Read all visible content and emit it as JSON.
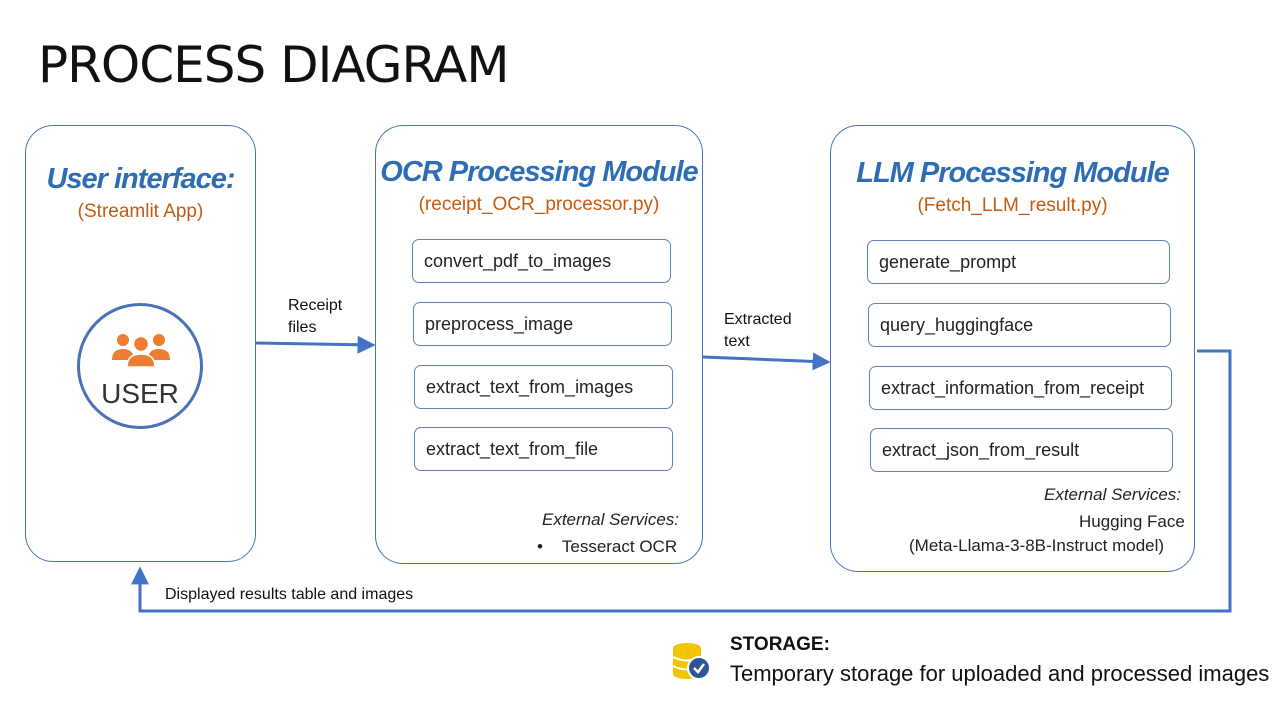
{
  "title": "PROCESS DIAGRAM",
  "user_panel": {
    "title": "User interface:",
    "subtitle": "(Streamlit App)",
    "user_label": "USER",
    "icon": "users-icon"
  },
  "ocr_panel": {
    "title": "OCR Processing Module",
    "subtitle": "(receipt_OCR_processor.py)",
    "functions": [
      "convert_pdf_to_images",
      "preprocess_image",
      "extract_text_from_images",
      "extract_text_from_file"
    ],
    "external_label": "External Services:",
    "external_items": [
      "Tesseract OCR"
    ]
  },
  "llm_panel": {
    "title": "LLM Processing Module",
    "subtitle": "(Fetch_LLM_result.py)",
    "functions": [
      "generate_prompt",
      "query_huggingface",
      "extract_information_from_receipt",
      "extract_json_from_result"
    ],
    "external_label": "External Services:",
    "external_line1": "Hugging Face",
    "external_line2": "(Meta-Llama-3-8B-Instruct model)"
  },
  "arrows": {
    "receipt_files": "Receipt files",
    "extracted_text": "Extracted text",
    "displayed_results": "Displayed results table and images"
  },
  "storage": {
    "title": "STORAGE:",
    "description": "Temporary storage for uploaded and processed images",
    "icon": "database-check-icon"
  },
  "colors": {
    "accent_blue": "#2e6db4",
    "border_blue": "#4a72b8",
    "orange": "#c55a11",
    "icon_orange": "#ed7d31",
    "gold": "#f5c400"
  }
}
